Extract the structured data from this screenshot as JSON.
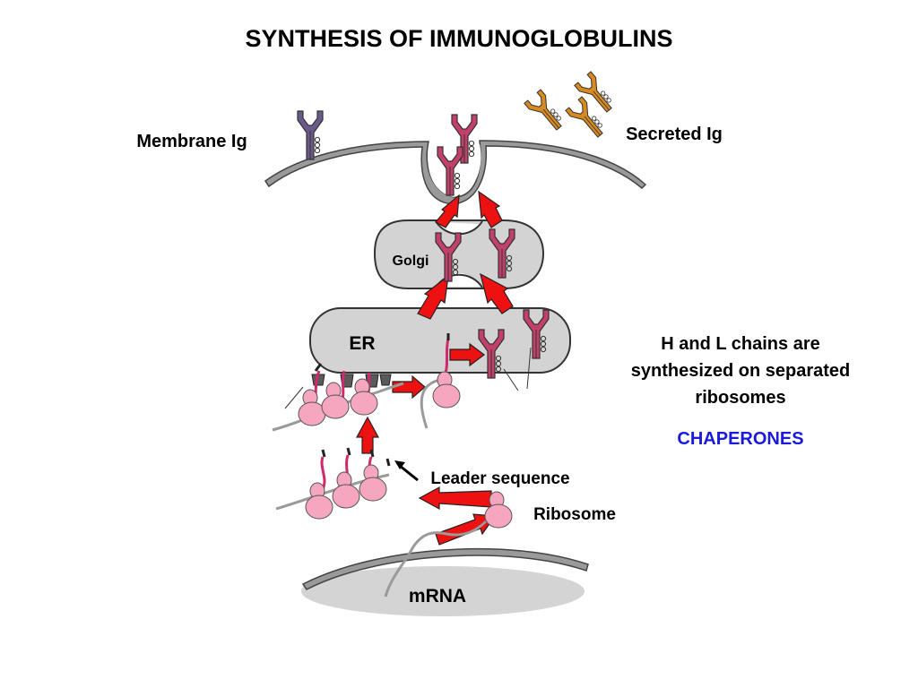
{
  "title": "SYNTHESIS OF IMMUNOGLOBULINS",
  "labels": {
    "membrane_ig": "Membrane Ig",
    "secreted_ig": "Secreted Ig",
    "golgi": "Golgi",
    "er": "ER",
    "chains_line1": "H and L chains are",
    "chains_line2": "synthesized on separated",
    "chains_line3": "ribosomes",
    "chaperones": "CHAPERONES",
    "leader_sequence": "Leader sequence",
    "ribosome": "Ribosome",
    "mrna": "mRNA"
  },
  "colors": {
    "membrane_fill": "#9a9a9a",
    "organelle_fill": "#d3d3d3",
    "nucleus_fill": "#d4d4d4",
    "arrow_red": "#ee1111",
    "ribosome_pink": "#f6a6be",
    "chain_magenta": "#d02a6c",
    "antibody_membrane": "#6a5a8a",
    "antibody_intracellular": "#c2406a",
    "antibody_secreted": "#d88a1e",
    "chaperone_dark": "#5a5a5a",
    "chaperones_text": "#1a1adc"
  }
}
